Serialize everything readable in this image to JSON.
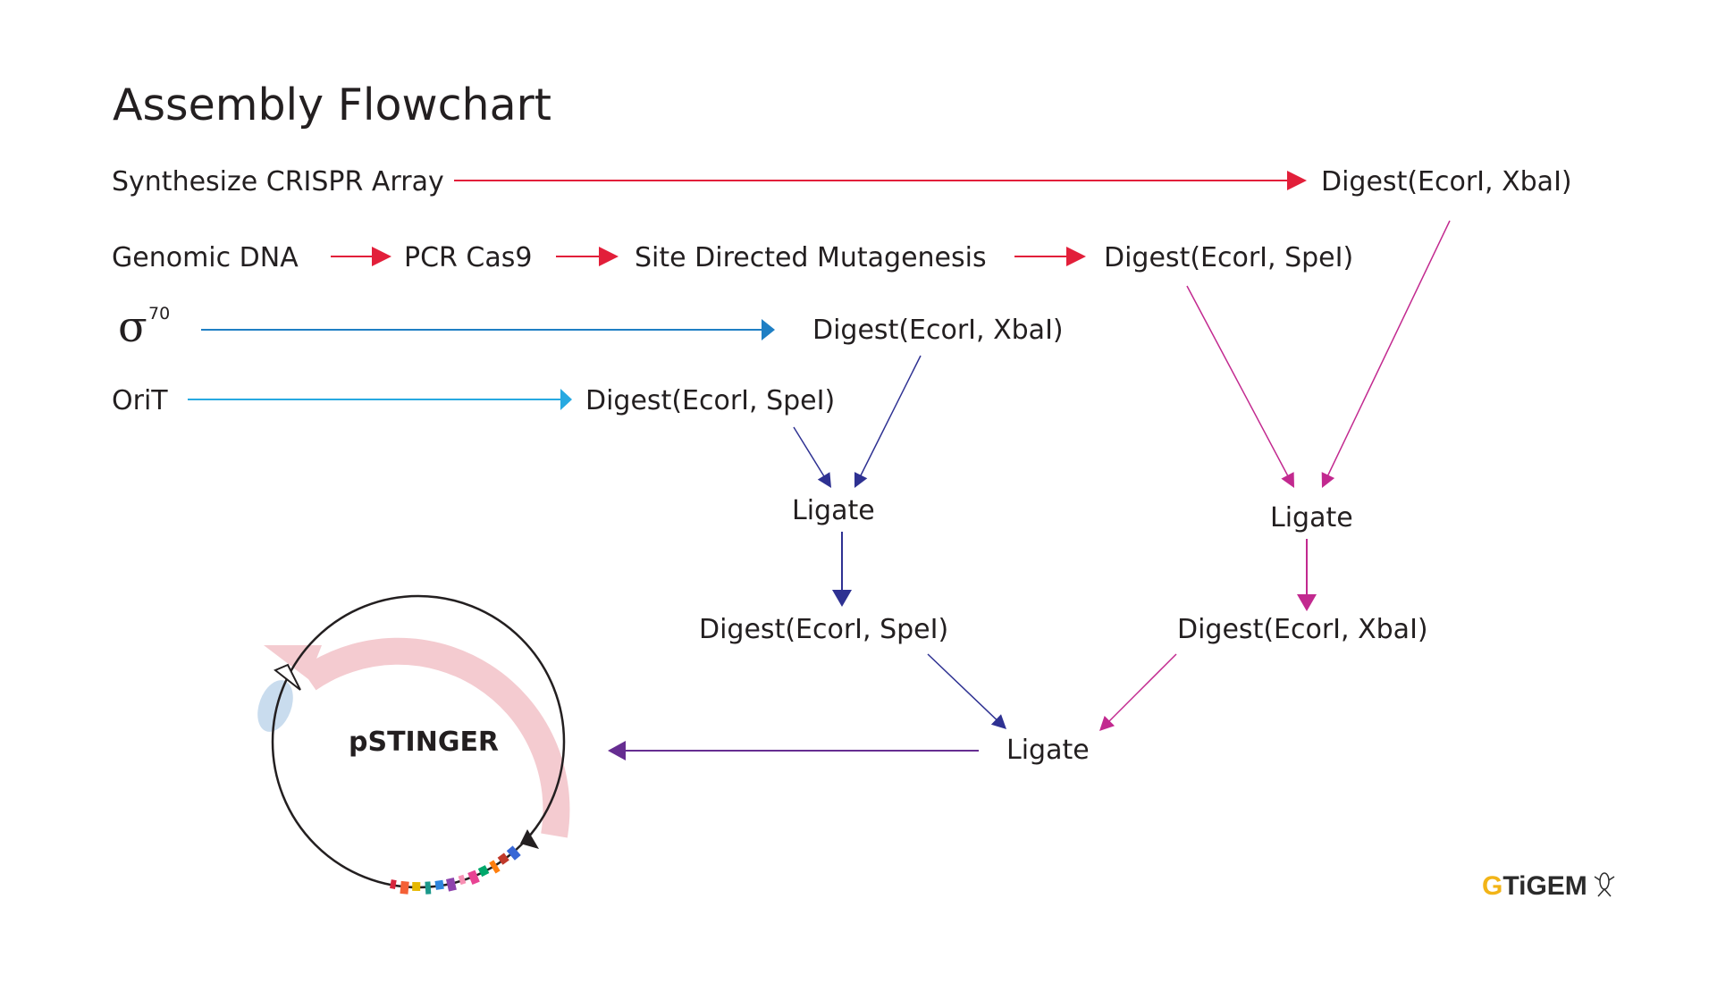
{
  "title": "Assembly Flowchart",
  "colors": {
    "red": "#e21f3a",
    "blue_sigma": "#1f7fc4",
    "blue_orit": "#27a9e1",
    "navy": "#2e3192",
    "magenta": "#c2298f",
    "purple": "#662d91",
    "plasmid_band": "#f4cbd0",
    "plasmid_patch": "#c9dcee",
    "logo_gold": "#f2b417"
  },
  "nodes": {
    "synth": "Synthesize CRISPR Array",
    "digest_xbal_top": "Digest(EcorI, XbaI)",
    "genomic": "Genomic DNA",
    "pcr": "PCR Cas9",
    "sdm": "Site Directed Mutagenesis",
    "digest_spel_right": "Digest(EcorI, SpeI)",
    "sigma_symbol": "σ",
    "sigma_sup": "70",
    "digest_xbal_mid": "Digest(EcorI, XbaI)",
    "orit": "OriT",
    "digest_spel_left": "Digest(EcorI, SpeI)",
    "ligate_left": "Ligate",
    "ligate_right": "Ligate",
    "digest_spel_bottom": "Digest(EcorI, SpeI)",
    "digest_xbal_bottom": "Digest(EcorI, XbaI)",
    "ligate_final": "Ligate"
  },
  "plasmid": {
    "name": "pSTINGER"
  },
  "logo": {
    "text": "GTiGEM",
    "icon": "bacteria-icon"
  }
}
